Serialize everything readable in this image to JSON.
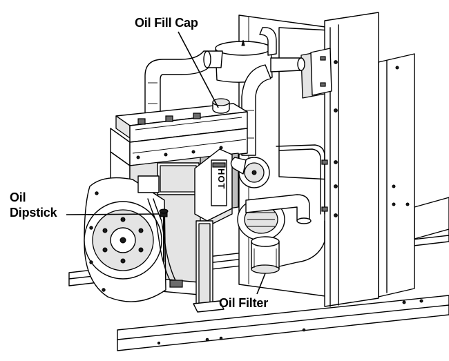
{
  "labels": {
    "oil_fill_cap": "Oil Fill Cap",
    "oil_dipstick": [
      "Oil",
      "Dipstick"
    ],
    "oil_filter": "Oil Filter"
  },
  "decal_text": "HOT"
}
